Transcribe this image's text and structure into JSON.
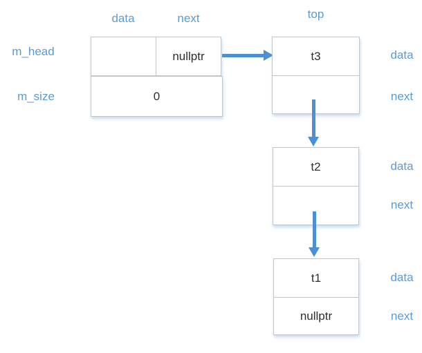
{
  "colors": {
    "label_blue": "#5b9bd5",
    "arrow_blue": "#4a90d2",
    "box_border": "#c6c6c6",
    "value_text": "#2e2e2e",
    "background": "#ffffff"
  },
  "head_struct": {
    "col_headers": {
      "data": "data",
      "next": "next"
    },
    "m_head": {
      "label": "m_head",
      "data_value": "",
      "next_value": "nullptr"
    },
    "m_size": {
      "label": "m_size",
      "value": "0"
    }
  },
  "stack": {
    "top_label": "top",
    "nodes": [
      {
        "data": "t3",
        "next": "",
        "data_label": "data",
        "next_label": "next"
      },
      {
        "data": "t2",
        "next": "",
        "data_label": "data",
        "next_label": "next"
      },
      {
        "data": "t1",
        "next": "nullptr",
        "data_label": "data",
        "next_label": "next"
      }
    ]
  }
}
